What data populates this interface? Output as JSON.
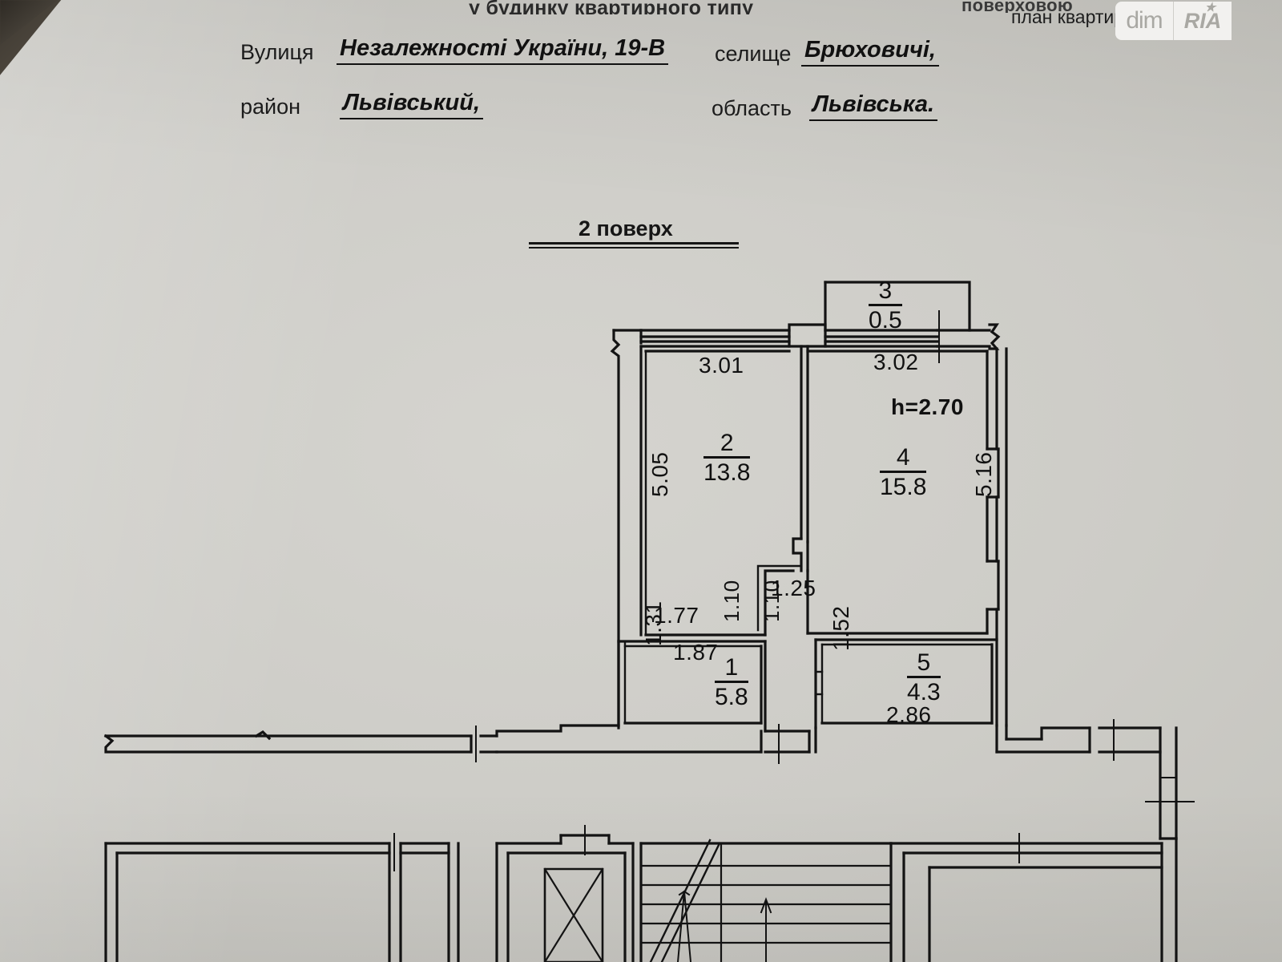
{
  "document": {
    "header_line_top": "у будинку квартирного типу",
    "header_line_right_1": "поверховою ",
    "header_line_right_2": "план квартири",
    "floor_label": "2 поверх"
  },
  "address": {
    "street_label": "Вулиця",
    "street_value": "Незалежності України, 19-В",
    "settlement_label": "селище",
    "settlement_value": "Брюховичі,",
    "district_label": "район",
    "district_value": "Львівський,",
    "region_label": "область",
    "region_value": "Львівська."
  },
  "watermark": {
    "dim_text": "dim",
    "ria_text": "RIA",
    "star": "★"
  },
  "plan": {
    "ceiling_height": "h=2.70",
    "rooms": [
      {
        "number": "1",
        "area": "5.8"
      },
      {
        "number": "2",
        "area": "13.8"
      },
      {
        "number": "3",
        "area": "0.5"
      },
      {
        "number": "4",
        "area": "15.8"
      },
      {
        "number": "5",
        "area": "4.3"
      }
    ],
    "dimensions": {
      "room2_width": "3.01",
      "room2_height": "5.05",
      "room4_width": "3.02",
      "room4_height": "5.16",
      "corr_a": "1.77",
      "corr_b": "1.10",
      "corr_c": "1.10",
      "corr_d": "1.25",
      "corr_e": "1.87",
      "corr_f": "1.31",
      "room5_height": "1.52",
      "room5_width": "2.86"
    }
  },
  "colors": {
    "paper": "#cdccc7",
    "ink": "#111111",
    "watermark_chip": "#f2f1ef",
    "watermark_text": "#a9a8a3"
  }
}
